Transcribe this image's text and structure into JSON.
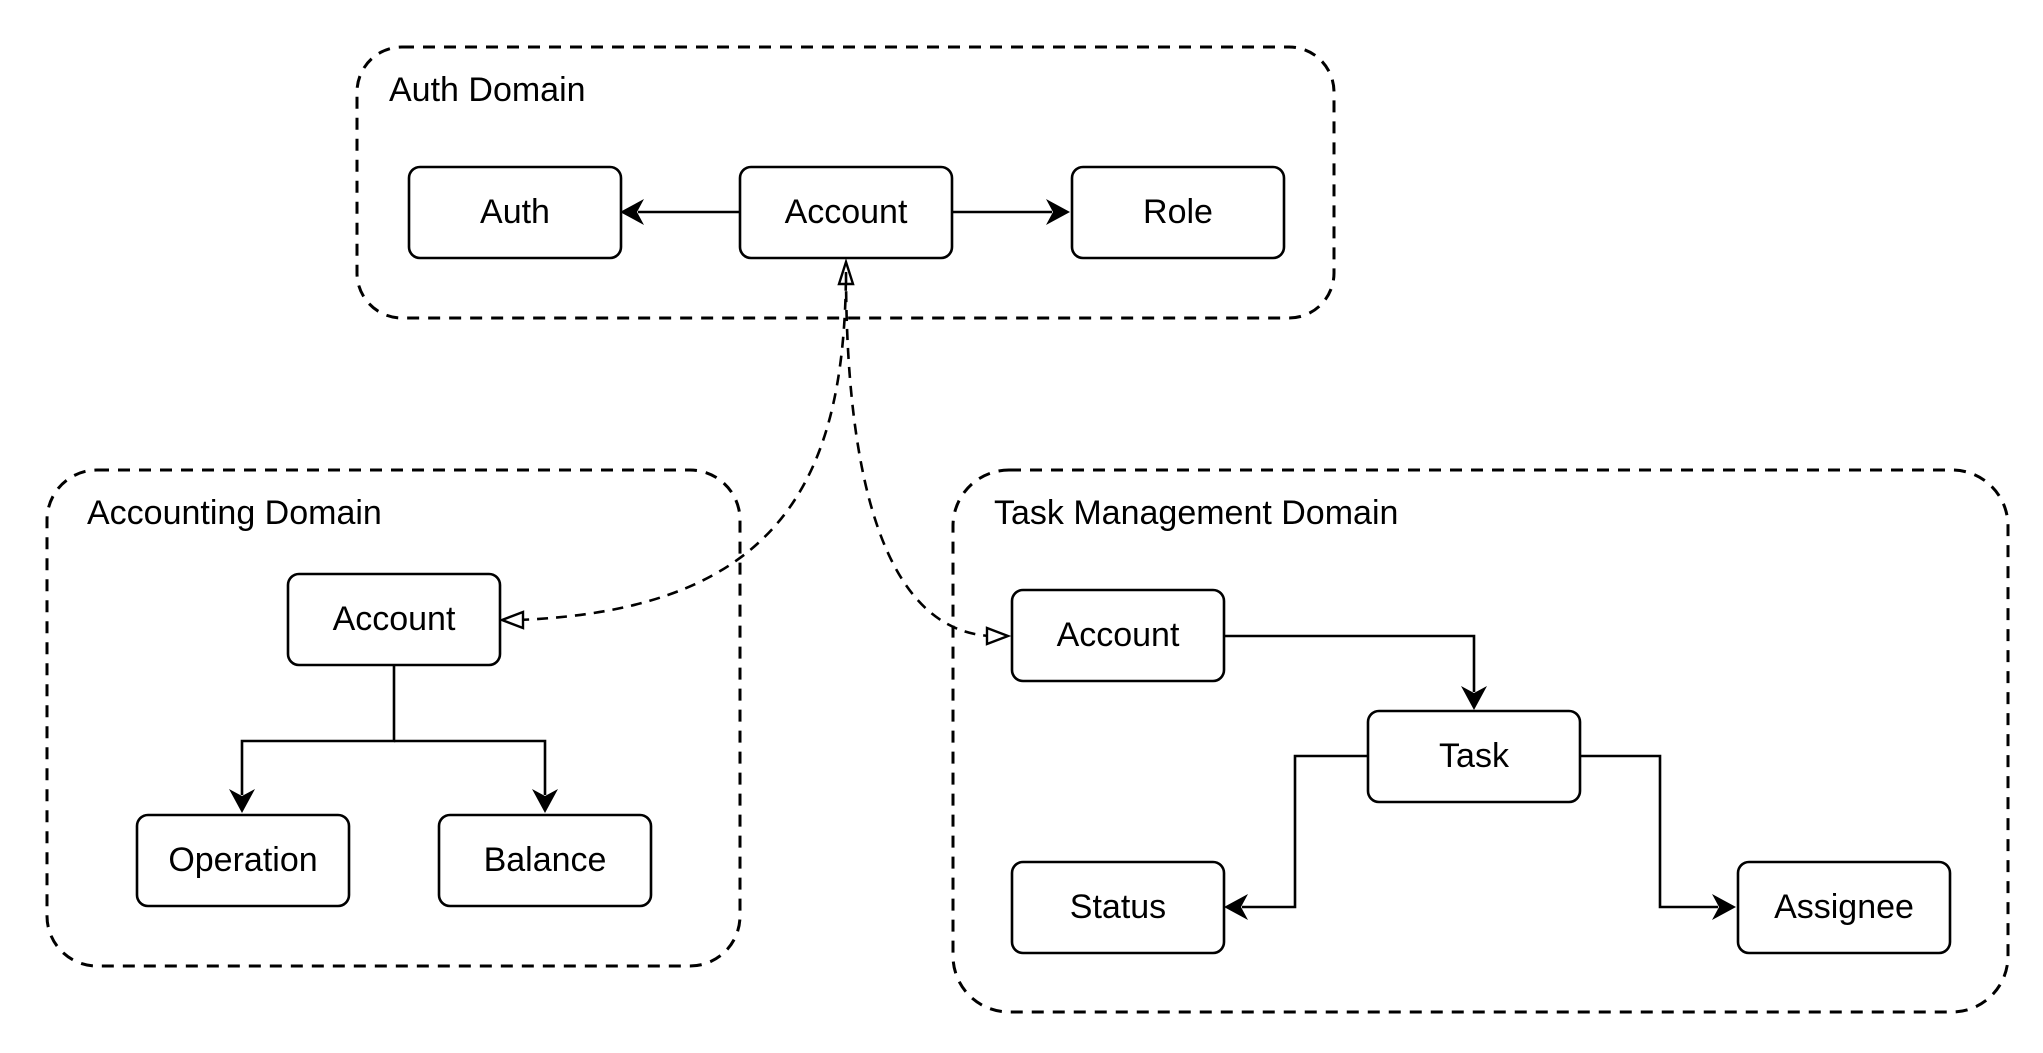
{
  "domains": {
    "auth": {
      "label": "Auth Domain"
    },
    "accounting": {
      "label": "Accounting Domain"
    },
    "task_management": {
      "label": "Task Management Domain"
    }
  },
  "nodes": {
    "auth_auth": "Auth",
    "auth_account": "Account",
    "auth_role": "Role",
    "accounting_account": "Account",
    "accounting_operation": "Operation",
    "accounting_balance": "Balance",
    "task_account": "Account",
    "task_task": "Task",
    "task_status": "Status",
    "task_assignee": "Assignee"
  },
  "colors": {
    "stroke": "#000000",
    "background": "#ffffff"
  }
}
